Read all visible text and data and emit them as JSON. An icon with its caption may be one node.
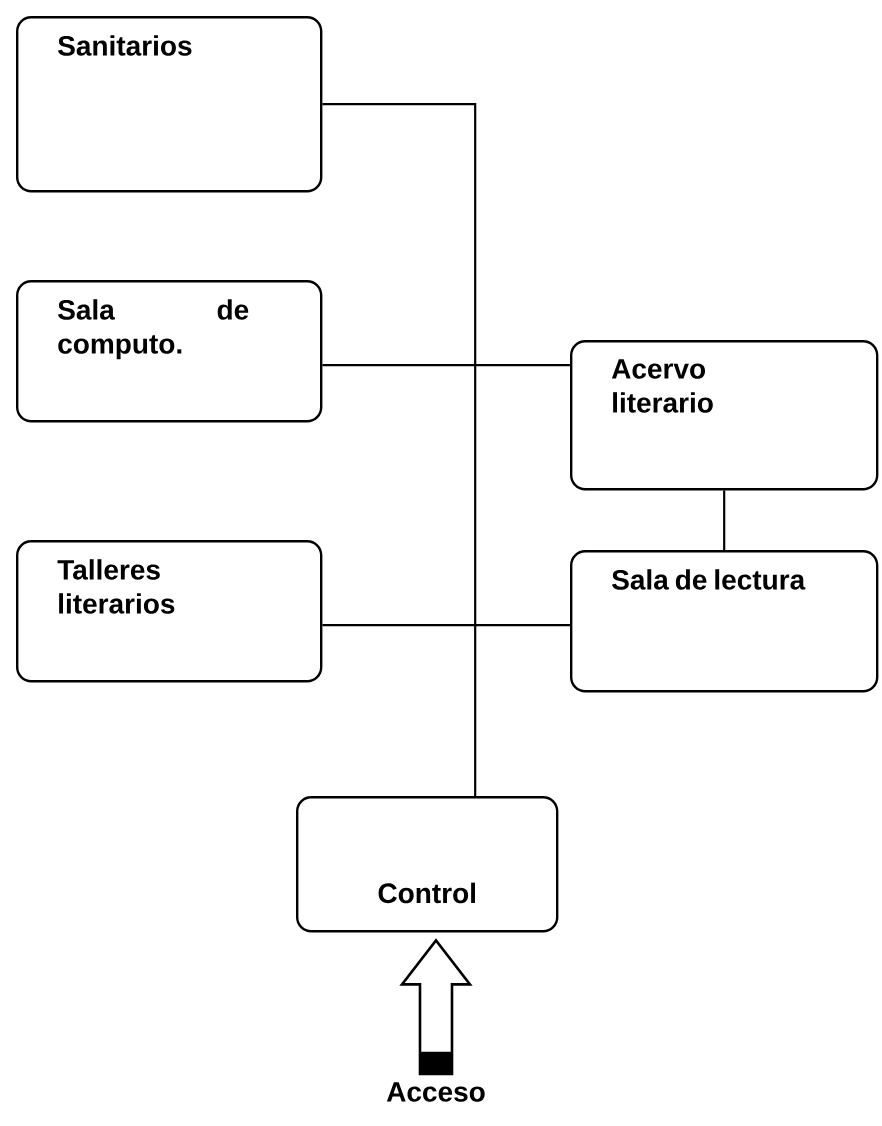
{
  "diagram": {
    "nodes": [
      {
        "text": [
          "Sanitarios"
        ]
      },
      {
        "text": [
          "Sala de computo."
        ]
      },
      {
        "text": [
          "Acervo literario"
        ]
      },
      {
        "text": [
          "Talleres literarios"
        ]
      },
      {
        "text": [
          "Sala de lectura"
        ]
      },
      {
        "text": [
          "Control"
        ]
      },
      {
        "text": [
          "Acceso"
        ]
      }
    ],
    "edges": [
      {
        "from": 0,
        "to": 5,
        "arrow": "none"
      },
      {
        "from": 1,
        "to": 2,
        "arrow": "none"
      },
      {
        "from": 2,
        "to": 4,
        "arrow": "none"
      },
      {
        "from": 3,
        "to": 4,
        "arrow": "none"
      },
      {
        "from": 6,
        "to": 5,
        "arrow": "to",
        "style": "thick"
      }
    ]
  }
}
